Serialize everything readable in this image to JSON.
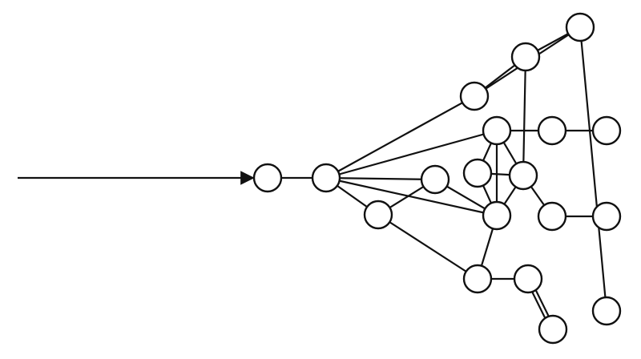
{
  "diagram": {
    "type": "directed-graph",
    "colors": {
      "stroke": "#111111",
      "node_fill": "#ffffff",
      "background": "#ffffff"
    },
    "entry_arrow": {
      "to": "n1"
    },
    "nodes": [
      "n1",
      "n2",
      "n3",
      "n4",
      "n5",
      "n6",
      "n7",
      "n8",
      "n9",
      "n10",
      "n11",
      "n12",
      "n13",
      "n14",
      "n15",
      "n16",
      "n17",
      "n18",
      "n19",
      "n20"
    ],
    "edges": [
      [
        "n1",
        "n2"
      ],
      [
        "n2",
        "n3"
      ],
      [
        "n2",
        "n5"
      ],
      [
        "n2",
        "n6"
      ],
      [
        "n2",
        "n7"
      ],
      [
        "n2",
        "n8"
      ],
      [
        "n3",
        "n7"
      ],
      [
        "n3",
        "n9"
      ],
      [
        "n5",
        "n12"
      ],
      [
        "n5",
        "n13"
      ],
      [
        "n6",
        "n8"
      ],
      [
        "n6",
        "n10"
      ],
      [
        "n6",
        "n11"
      ],
      [
        "n6",
        "n14"
      ],
      [
        "n7",
        "n8"
      ],
      [
        "n8",
        "n9"
      ],
      [
        "n8",
        "n10"
      ],
      [
        "n8",
        "n11"
      ],
      [
        "n9",
        "n16"
      ],
      [
        "n10",
        "n11"
      ],
      [
        "n11",
        "n12"
      ],
      [
        "n11",
        "n17"
      ],
      [
        "n12",
        "n13"
      ],
      [
        "n13",
        "n19"
      ],
      [
        "n14",
        "n15"
      ],
      [
        "n16",
        "n18"
      ],
      [
        "n16",
        "n18"
      ],
      [
        "n17",
        "n20"
      ]
    ]
  }
}
